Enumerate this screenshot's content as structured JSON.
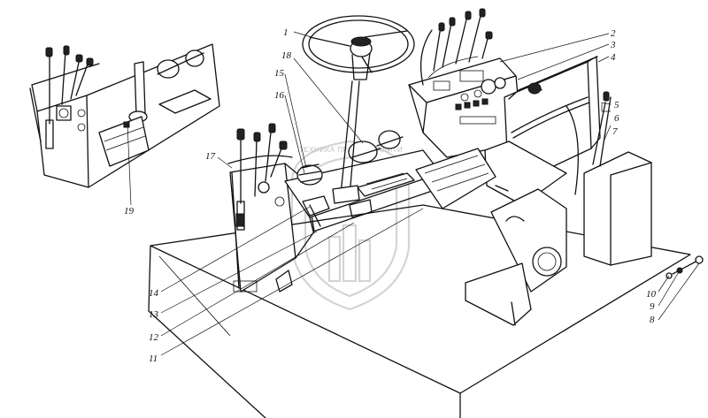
{
  "callouts": {
    "c1": "1",
    "c2": "2",
    "c3": "3",
    "c4": "4",
    "c5": "5",
    "c6": "6",
    "c7": "7",
    "c8": "8",
    "c9": "9",
    "c10": "10",
    "c11": "11",
    "c12": "12",
    "c13": "13",
    "c14": "14",
    "c15": "15",
    "c16": "16",
    "c17": "17",
    "c18": "18",
    "c19": "19"
  },
  "watermark": {
    "text": "ТЕХНИКА ПРАЙС РЕАЛИТИ"
  }
}
